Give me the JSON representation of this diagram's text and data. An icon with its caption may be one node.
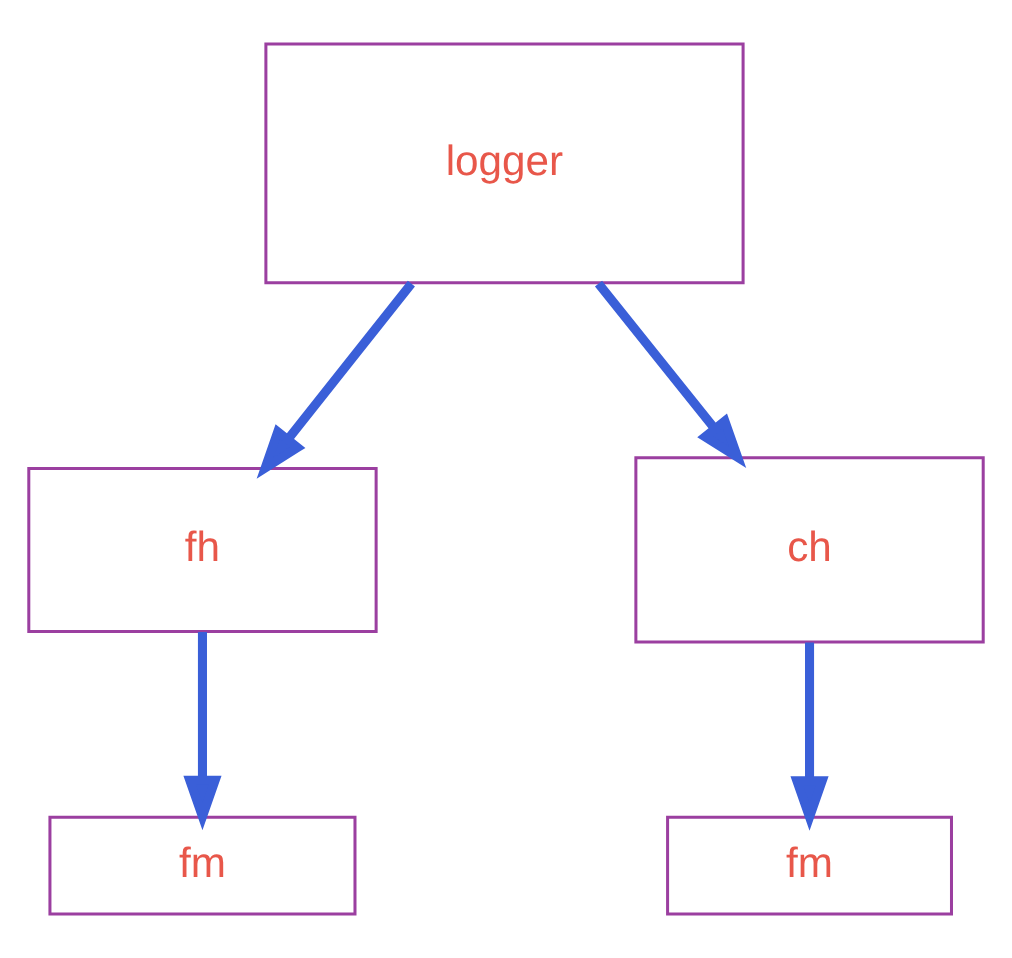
{
  "diagram": {
    "nodes": [
      {
        "text": [
          "logger"
        ]
      },
      {
        "text": [
          "fh"
        ]
      },
      {
        "text": [
          "ch"
        ]
      },
      {
        "text": [
          "fm"
        ]
      },
      {
        "text": [
          "fm"
        ]
      }
    ],
    "edges": [
      {
        "from": 0,
        "to": 1,
        "arrow": "to"
      },
      {
        "from": 0,
        "to": 2,
        "arrow": "to"
      },
      {
        "from": 1,
        "to": 3,
        "arrow": "to"
      },
      {
        "from": 2,
        "to": 4,
        "arrow": "to"
      }
    ]
  }
}
